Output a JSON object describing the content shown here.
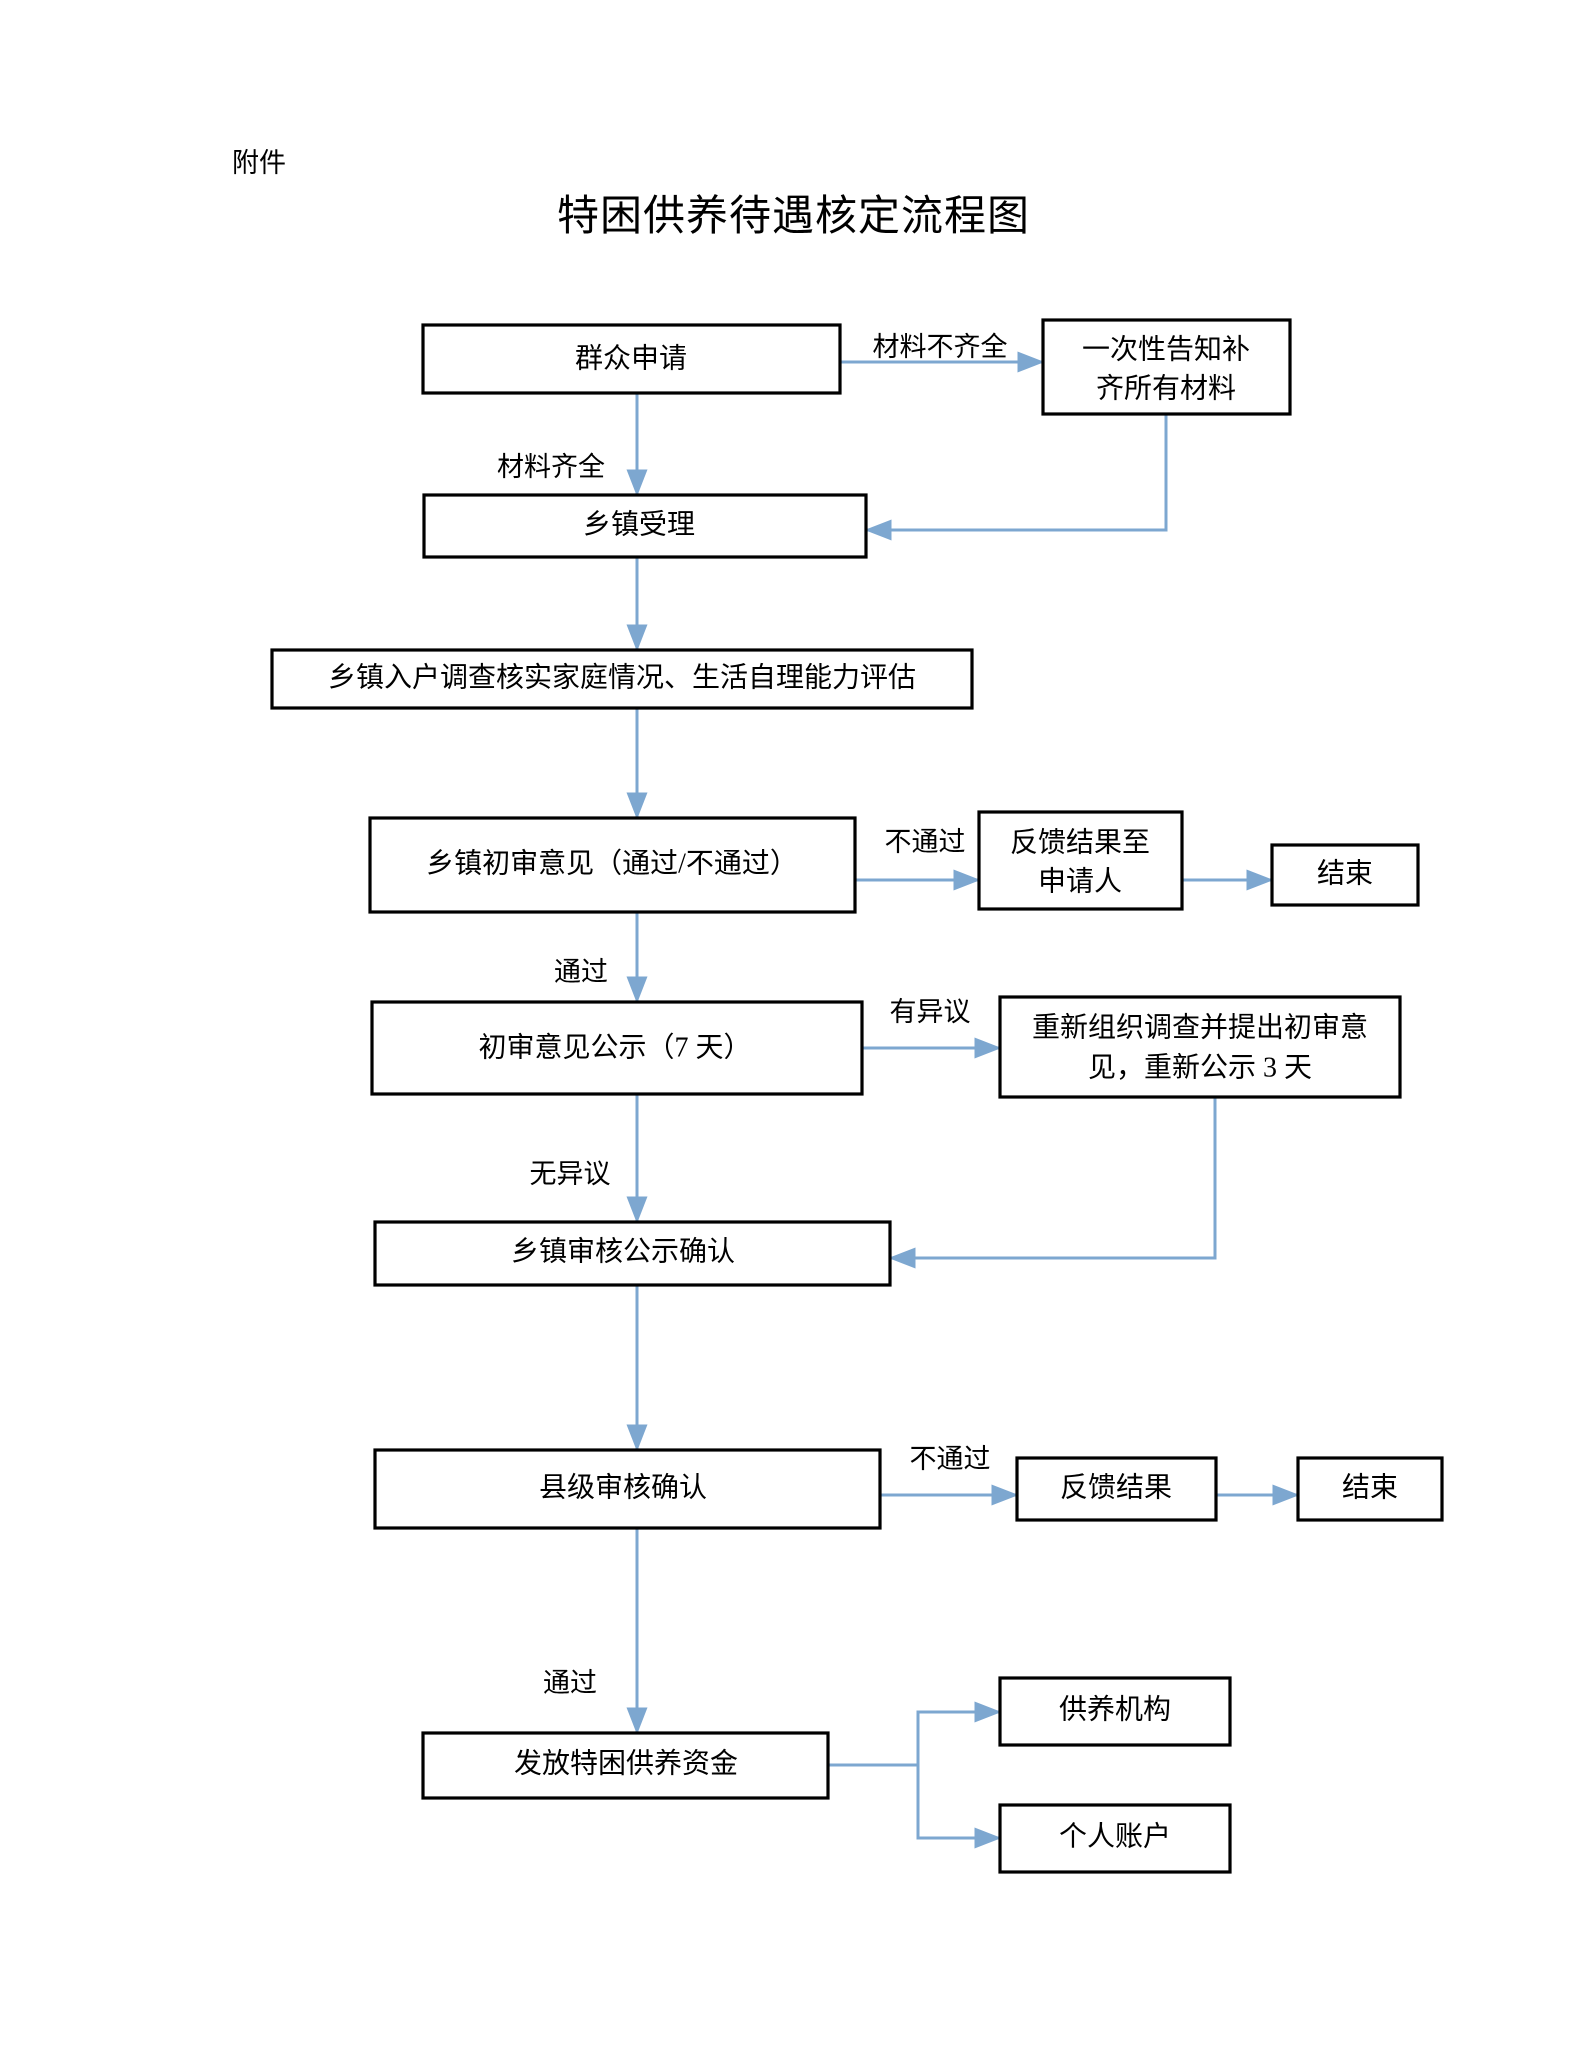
{
  "document": {
    "attachment_label": "附件",
    "title": "特困供养待遇核定流程图"
  },
  "colors": {
    "box_border": "#000000",
    "box_fill": "#ffffff",
    "arrow": "#7da7d0",
    "text": "#000000",
    "page_background": "#ffffff"
  },
  "chart_data": {
    "type": "diagram",
    "title": "特困供养待遇核定流程图",
    "nodes": [
      {
        "id": "apply",
        "label": "群众申请",
        "lines": [
          "群众申请"
        ]
      },
      {
        "id": "notify",
        "label": "一次性告知补齐所有材料",
        "lines": [
          "一次性告知补",
          "齐所有材料"
        ]
      },
      {
        "id": "accept",
        "label": "乡镇受理",
        "lines": [
          "乡镇受理"
        ]
      },
      {
        "id": "investigate",
        "label": "乡镇入户调查核实家庭情况、生活自理能力评估",
        "lines": [
          "乡镇入户调查核实家庭情况、生活自理能力评估"
        ]
      },
      {
        "id": "firstreview",
        "label": "乡镇初审意见（通过/不通过）",
        "lines": [
          "乡镇初审意见（通过/不通过）"
        ]
      },
      {
        "id": "feedback1",
        "label": "反馈结果至申请人",
        "lines": [
          "反馈结果至",
          "申请人"
        ]
      },
      {
        "id": "end1",
        "label": "结束",
        "lines": [
          "结束"
        ]
      },
      {
        "id": "publicity",
        "label": "初审意见公示（7 天）",
        "lines": [
          "初审意见公示（7 天）"
        ]
      },
      {
        "id": "reinvestigate",
        "label": "重新组织调查并提出初审意见，重新公示 3 天",
        "lines": [
          "重新组织调查并提出初审意",
          "见，重新公示 3 天"
        ]
      },
      {
        "id": "confirm",
        "label": "乡镇审核公示确认",
        "lines": [
          "乡镇审核公示确认"
        ]
      },
      {
        "id": "countyreview",
        "label": "县级审核确认",
        "lines": [
          "县级审核确认"
        ]
      },
      {
        "id": "feedback2",
        "label": "反馈结果",
        "lines": [
          "反馈结果"
        ]
      },
      {
        "id": "end2",
        "label": "结束",
        "lines": [
          "结束"
        ]
      },
      {
        "id": "payout",
        "label": "发放特困供养资金",
        "lines": [
          "发放特困供养资金"
        ]
      },
      {
        "id": "institution",
        "label": "供养机构",
        "lines": [
          "供养机构"
        ]
      },
      {
        "id": "account",
        "label": "个人账户",
        "lines": [
          "个人账户"
        ]
      }
    ],
    "edges": [
      {
        "from": "apply",
        "to": "notify",
        "label": "材料不齐全"
      },
      {
        "from": "apply",
        "to": "accept",
        "label": "材料齐全"
      },
      {
        "from": "notify",
        "to": "accept",
        "label": ""
      },
      {
        "from": "accept",
        "to": "investigate",
        "label": ""
      },
      {
        "from": "investigate",
        "to": "firstreview",
        "label": ""
      },
      {
        "from": "firstreview",
        "to": "feedback1",
        "label": "不通过"
      },
      {
        "from": "feedback1",
        "to": "end1",
        "label": ""
      },
      {
        "from": "firstreview",
        "to": "publicity",
        "label": "通过"
      },
      {
        "from": "publicity",
        "to": "reinvestigate",
        "label": "有异议"
      },
      {
        "from": "publicity",
        "to": "confirm",
        "label": "无异议"
      },
      {
        "from": "reinvestigate",
        "to": "confirm",
        "label": ""
      },
      {
        "from": "confirm",
        "to": "countyreview",
        "label": ""
      },
      {
        "from": "countyreview",
        "to": "feedback2",
        "label": "不通过"
      },
      {
        "from": "feedback2",
        "to": "end2",
        "label": ""
      },
      {
        "from": "countyreview",
        "to": "payout",
        "label": "通过"
      },
      {
        "from": "payout",
        "to": "institution",
        "label": ""
      },
      {
        "from": "payout",
        "to": "account",
        "label": ""
      }
    ]
  }
}
